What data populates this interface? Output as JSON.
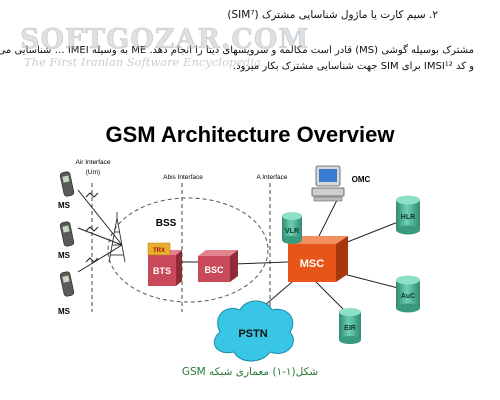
{
  "document": {
    "numbered_item": "۲.   سیم کارت یا ماژول شناسایی مشترک (SIM⁷)",
    "paragraph_line1": "مشترک بوسیله گوشی (MS) قادر است مکالمه و سرویسهای دیتا را انجام دهد. ME به وسیله IMEI … شناسایی می شود",
    "paragraph_line2": "و کد IMSI¹² برای SIM جهت شناسایی مشترک بکار میرود.",
    "figure_caption": "شکل(۱-۱) معماری شبکه GSM"
  },
  "watermark": {
    "brand": "SOFTGOZAR.COM",
    "tagline": "The First Iranian Software Encyclopedia"
  },
  "figure": {
    "title": "GSM Architecture Overview",
    "interface_labels": {
      "air": "Air Interface",
      "um": "(Um)",
      "abis": "Abis Interface",
      "a": "A Interface"
    },
    "nodes": {
      "ms": "MS",
      "bss": "BSS",
      "trx": "TRX",
      "bts": "BTS",
      "bsc": "BSC",
      "msc": "MSC",
      "vlr": "VLR",
      "hlr": "HLR",
      "auc": "AuC",
      "eir": "EIR",
      "omc": "OMC",
      "pstn": "PSTN"
    },
    "colors": {
      "cylinder": "#4fb59a",
      "bts": "#c84a5a",
      "bsc": "#c84a5a",
      "msc": "#e8551a",
      "trx": "#e8b02a",
      "pstn": "#39c6e6",
      "caption": "#2a7a3a"
    }
  }
}
